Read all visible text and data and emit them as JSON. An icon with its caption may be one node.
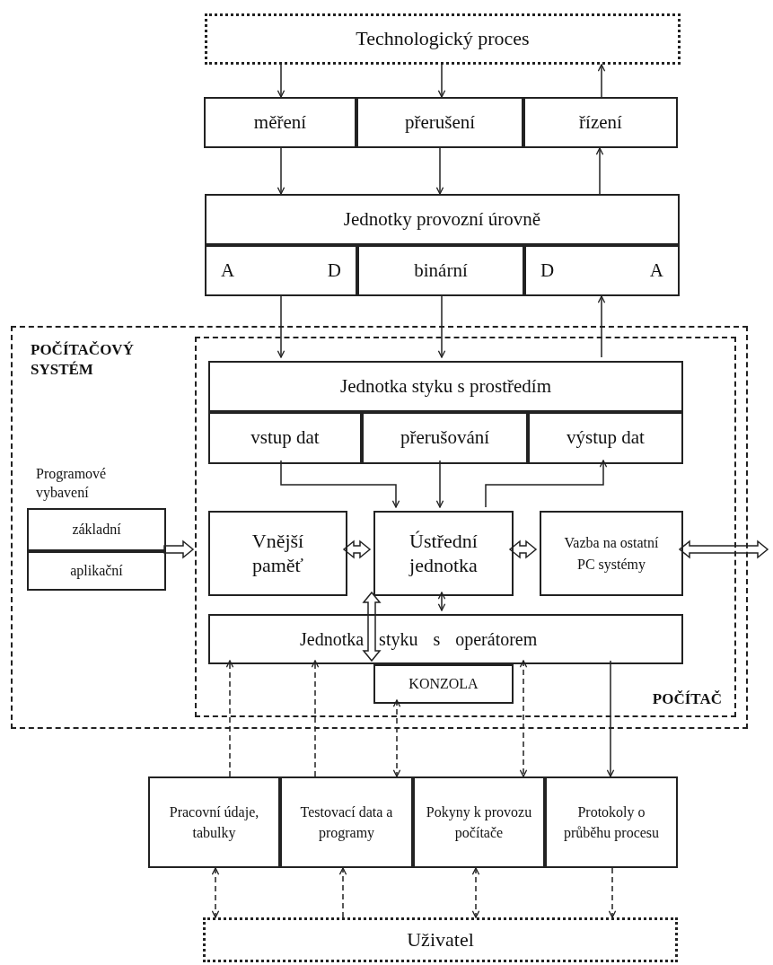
{
  "diagram": {
    "nodes": [
      {
        "text": [
          "Technologický proces"
        ]
      },
      {
        "text": [
          "měření"
        ]
      },
      {
        "text": [
          "přerušení"
        ]
      },
      {
        "text": [
          "řízení"
        ]
      },
      {
        "text": [
          "Jednotky provozní úrovně"
        ]
      },
      {
        "text": [
          "A",
          "D"
        ]
      },
      {
        "text": [
          "binární"
        ]
      },
      {
        "text": [
          "D",
          "A"
        ]
      },
      {
        "text": [
          "POČÍTAČOVÝ SYSTÉM"
        ]
      },
      {
        "text": [
          "Programové vybavení"
        ],
        "in": 8
      },
      {
        "text": [
          "základní"
        ],
        "in": 9
      },
      {
        "text": [
          "aplikační"
        ],
        "in": 9
      },
      {
        "text": [
          "POČÍTAČ"
        ],
        "in": 8
      },
      {
        "text": [
          "Jednotka styku s prostředím"
        ],
        "in": 12
      },
      {
        "text": [
          "vstup dat"
        ],
        "in": 12
      },
      {
        "text": [
          "přerušování"
        ],
        "in": 12
      },
      {
        "text": [
          "výstup dat"
        ],
        "in": 12
      },
      {
        "text": [
          "Vnější paměť"
        ],
        "in": 12
      },
      {
        "text": [
          "Ústřední jednotka"
        ],
        "in": 12
      },
      {
        "text": [
          "Vazba na ostatní PC systémy"
        ],
        "in": 12
      },
      {
        "text": [
          "Jednotka styku s operátorem"
        ],
        "in": 12
      },
      {
        "text": [
          "KONZOLA"
        ],
        "in": 12
      },
      {
        "text": [
          "Pracovní údaje, tabulky"
        ]
      },
      {
        "text": [
          "Testovací data a programy"
        ]
      },
      {
        "text": [
          "Pokyny k provozu počítače"
        ]
      },
      {
        "text": [
          "Protokoly o průběhu procesu"
        ]
      },
      {
        "text": [
          "Uživatel"
        ]
      }
    ],
    "edges": [
      {
        "from": 0,
        "to": 1,
        "arrow": "to"
      },
      {
        "from": 0,
        "to": 2,
        "arrow": "to"
      },
      {
        "from": 3,
        "to": 0,
        "arrow": "to"
      },
      {
        "from": 1,
        "to": 4,
        "arrow": "to"
      },
      {
        "from": 2,
        "to": 4,
        "arrow": "to"
      },
      {
        "from": 4,
        "to": 3,
        "arrow": "to"
      },
      {
        "from": 5,
        "to": 13,
        "arrow": "to"
      },
      {
        "from": 6,
        "to": 13,
        "arrow": "to"
      },
      {
        "from": 13,
        "to": 7,
        "arrow": "to"
      },
      {
        "from": 14,
        "to": 18,
        "arrow": "to"
      },
      {
        "from": 15,
        "to": 18,
        "arrow": "to"
      },
      {
        "from": 18,
        "to": 16,
        "arrow": "to"
      },
      {
        "from": 9,
        "to": 12,
        "arrow": "to",
        "style": "thick"
      },
      {
        "from": 17,
        "to": 18,
        "arrow": "both",
        "style": "thick"
      },
      {
        "from": 18,
        "to": 19,
        "arrow": "both",
        "style": "thick"
      },
      {
        "from": 19,
        "to": null,
        "arrow": "both",
        "style": "thick"
      },
      {
        "from": 18,
        "to": 20,
        "arrow": "both"
      },
      {
        "from": 18,
        "to": 21,
        "arrow": "both",
        "style": "thick"
      },
      {
        "from": 22,
        "to": 20,
        "arrow": "to",
        "style": "dashed"
      },
      {
        "from": 23,
        "to": 20,
        "arrow": "to",
        "style": "dashed"
      },
      {
        "from": 21,
        "to": 23,
        "arrow": "both",
        "style": "dashed"
      },
      {
        "from": 20,
        "to": 24,
        "arrow": "both",
        "style": "dashed"
      },
      {
        "from": 20,
        "to": 25,
        "arrow": "to"
      },
      {
        "from": 22,
        "to": 26,
        "arrow": "both",
        "style": "dashed"
      },
      {
        "from": 26,
        "to": 23,
        "arrow": "to",
        "style": "dashed"
      },
      {
        "from": 24,
        "to": 26,
        "arrow": "both",
        "style": "dashed"
      },
      {
        "from": 25,
        "to": 26,
        "arrow": "to",
        "style": "dashed"
      }
    ]
  }
}
